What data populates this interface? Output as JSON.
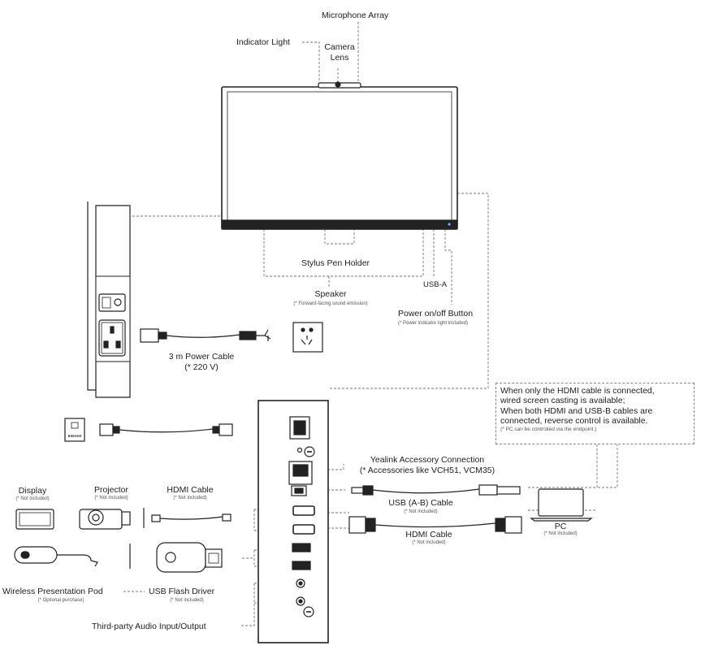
{
  "labels": {
    "microphone_array": "Microphone Array",
    "indicator_light": "Indicator Light",
    "camera_lens_1": "Camera",
    "camera_lens_2": "Lens",
    "stylus_pen_holder": "Stylus Pen Holder",
    "speaker": "Speaker",
    "speaker_note": "(* Forward-facing sound emission)",
    "usb_a": "USB-A",
    "power_button": "Power on/off Button",
    "power_button_note": "(* Power indicator light included)",
    "power_cable": "3 m Power Cable",
    "power_cable_note": "(* 220 V)",
    "ethernet_jack": "Internet",
    "yealink_accessory": "Yealink Accessory Connection",
    "yealink_accessory_note": "(* Accessories like VCH51, VCM35)",
    "usb_ab_cable": "USB (A-B) Cable",
    "not_included": "(* Not included)",
    "hdmi_cable_right": "HDMI Cable",
    "pc": "PC",
    "display": "Display",
    "projector": "Projector",
    "hdmi_cable_left": "HDMI Cable",
    "wireless_pod": "Wireless Presentation Pod",
    "wireless_pod_note": "(* Optional purchase)",
    "usb_flash": "USB Flash Driver",
    "audio_io": "Third-party Audio Input/Output"
  },
  "note_box": {
    "line1": "When only the HDMI cable is connected,",
    "line2": "wired screen casting is available;",
    "line3": "When both HDMI and USB-B cables are",
    "line4": "connected, reverse control is available.",
    "line5": "(* PC can be controlled via the endpoint.)"
  },
  "colors": {
    "line": "#222222",
    "dash": "#777777",
    "device": "#222222"
  }
}
